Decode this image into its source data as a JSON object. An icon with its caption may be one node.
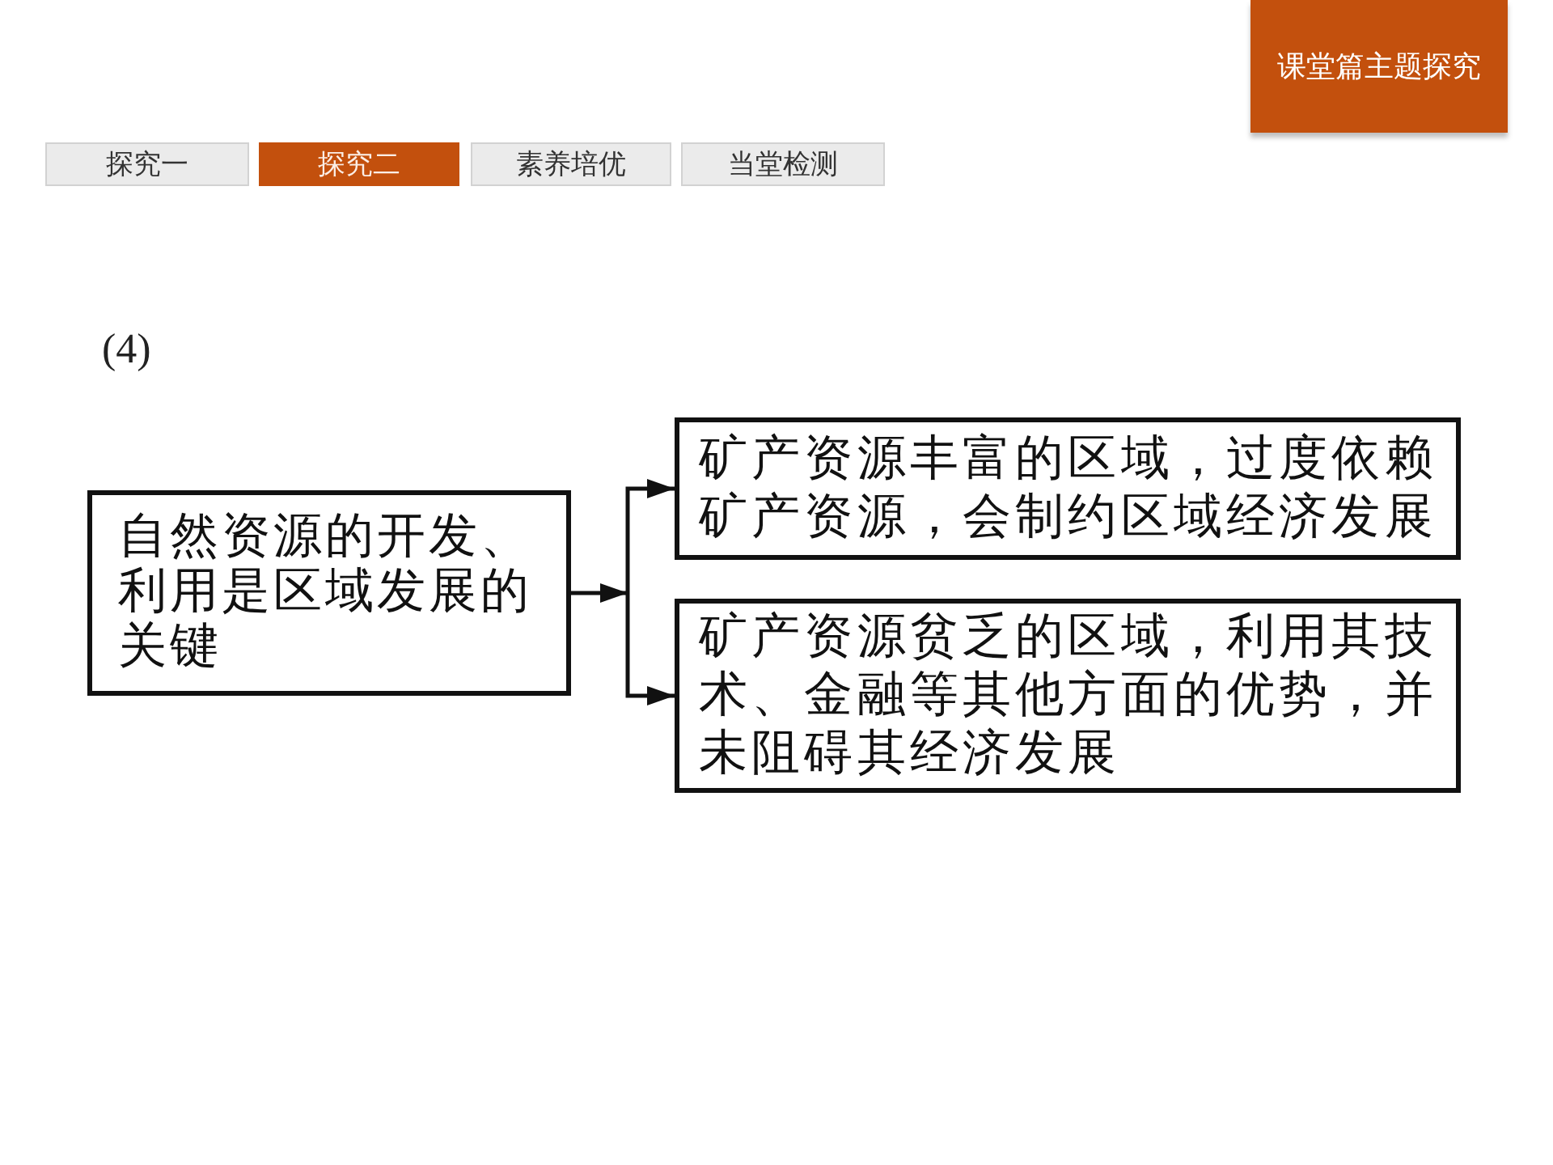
{
  "diagram": {
    "nodes": [
      {
        "text": [
          "课堂篇主题探究"
        ]
      },
      {
        "text": [
          "探究一"
        ]
      },
      {
        "text": [
          "探究二"
        ]
      },
      {
        "text": [
          "素养培优"
        ]
      },
      {
        "text": [
          "当堂检测"
        ]
      },
      {
        "text": [
          "自然资源的开发、利用是区域发展的关键"
        ]
      },
      {
        "text": [
          "矿产资源丰富的区域，过度依赖矿产资源，会制约区域经济发展"
        ]
      },
      {
        "text": [
          "矿产资源贫乏的区域，利用其技术、金融等其他方面的优势，并未阻碍其经济发展"
        ]
      }
    ],
    "edges": [
      {
        "from": 5,
        "to": 6,
        "arrow": "to"
      },
      {
        "from": 5,
        "to": 7,
        "arrow": "to"
      }
    ],
    "labels": [
      "(4)"
    ]
  }
}
